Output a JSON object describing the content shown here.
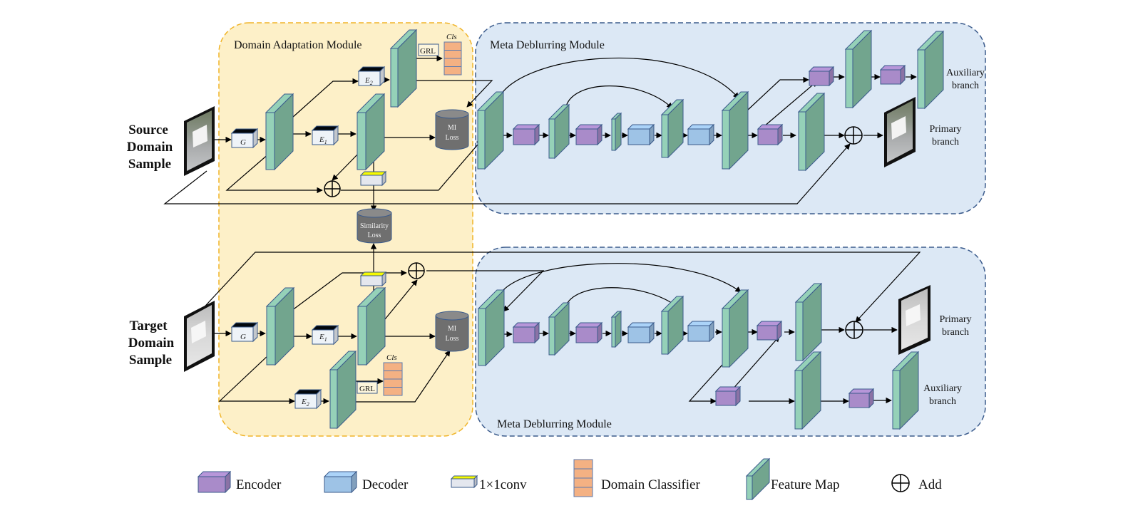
{
  "modules": {
    "domain_adaptation_title": "Domain Adaptation Module",
    "meta_deblurring_top_title": "Meta Deblurring Module",
    "meta_deblurring_bottom_title": "Meta Deblurring Module"
  },
  "inputs": {
    "source_line1": "Source",
    "source_line2": "Domain",
    "source_line3": "Sample",
    "target_line1": "Target",
    "target_line2": "Domain",
    "target_line3": "Sample"
  },
  "blocks": {
    "generator": "G",
    "encoder1": "E",
    "encoder1_sub": "1",
    "encoder2": "E",
    "encoder2_sub": "2",
    "grl": "GRL",
    "cls": "Cls",
    "mi_loss_line1": "MI",
    "mi_loss_line2": "Loss",
    "similarity_loss_line1": "Similarity",
    "similarity_loss_line2": "Loss"
  },
  "branches": {
    "auxiliary_line1": "Auxiliary",
    "auxiliary_line2": "branch",
    "primary_line1": "Primary",
    "primary_line2": "branch"
  },
  "legend": {
    "encoder": "Encoder",
    "decoder": "Decoder",
    "conv1x1": "1×1conv",
    "domain_classifier": "Domain Classifier",
    "feature_map": "Feature Map",
    "add": "Add"
  },
  "colors": {
    "domain_adaptation_bg": "#fdf0c8",
    "domain_adaptation_border": "#f0b429",
    "meta_deblurring_bg": "#dce8f5",
    "meta_deblurring_border": "#3b5b8c",
    "encoder": "#a98bc9",
    "decoder": "#9ec3e6",
    "conv": "#e4e7ee",
    "classifier": "#f4b183",
    "feature_front": "#95d1b8",
    "feature_side": "#72a58e",
    "loss": "#6f6f6f"
  }
}
